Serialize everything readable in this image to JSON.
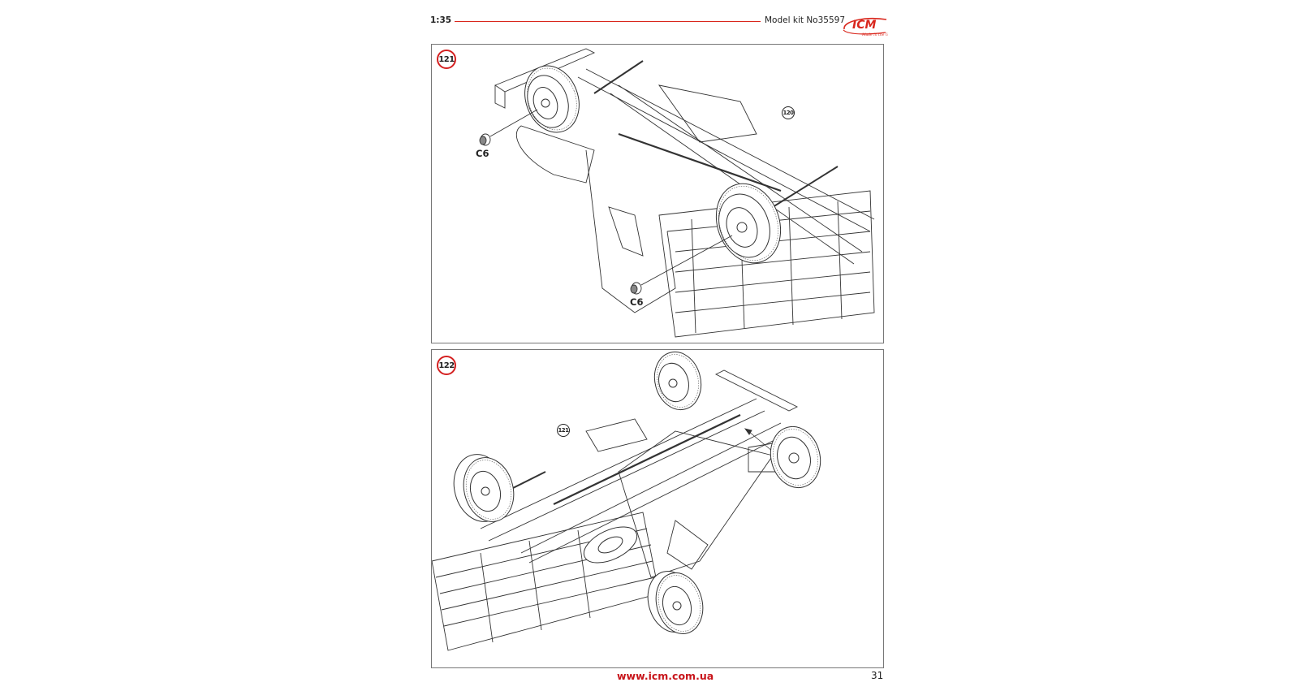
{
  "header": {
    "scale": "1:35",
    "kit_label": "Model kit No35597",
    "logo_text": "ICM",
    "logo_tagline": "Made in the Ukraine",
    "accent_color": "#d9261c"
  },
  "steps": [
    {
      "number": "121",
      "reference_step": "120",
      "parts": [
        {
          "label": "C6"
        },
        {
          "label": "C6"
        }
      ],
      "illustration": "chassis-underside-wheel-attachment"
    },
    {
      "number": "122",
      "reference_step": "121",
      "parts": [],
      "illustration": "chassis-underside-all-wheels"
    }
  ],
  "footer": {
    "website": "www.icm.com.ua",
    "page_number": "31",
    "website_color": "#c8151b"
  }
}
